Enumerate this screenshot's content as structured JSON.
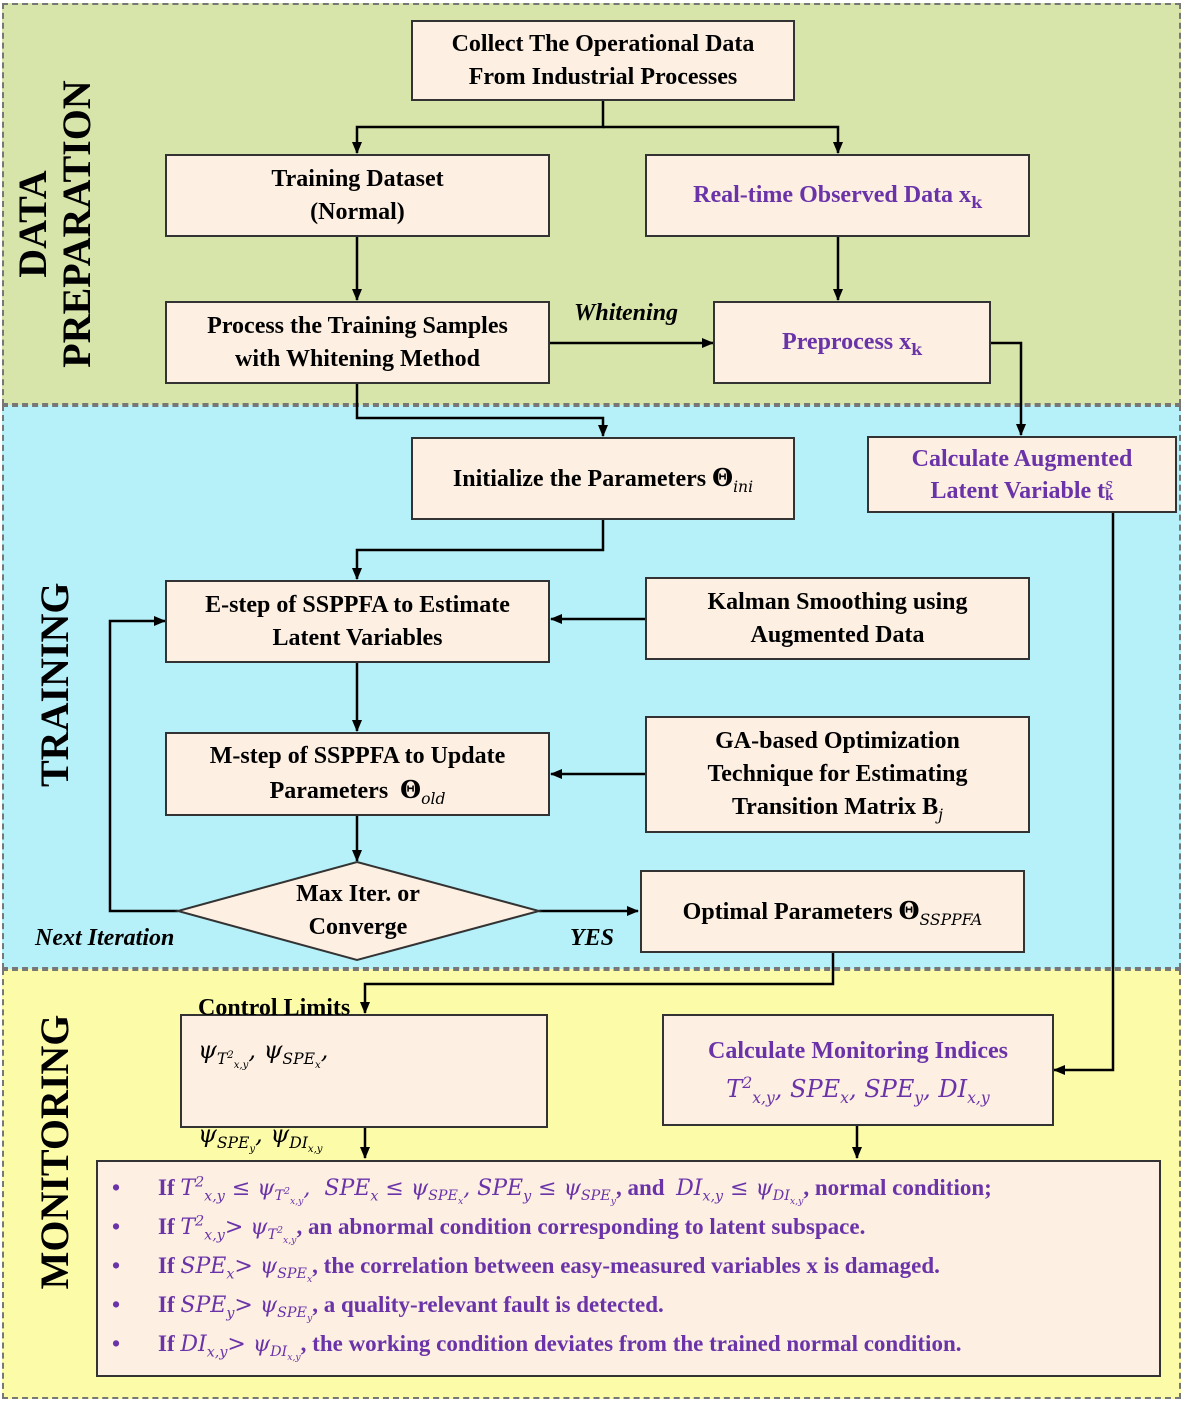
{
  "sections": {
    "prep": "DATA PREPARATION",
    "train": "TRAINING",
    "monitor": "MONITORING"
  },
  "boxes": {
    "collect": [
      "Collect The Operational Data",
      "From Industrial Processes"
    ],
    "training_dataset": [
      "Training Dataset",
      "(Normal)"
    ],
    "realtime": "Real-time Observed Data x",
    "realtime_sub": "k",
    "process_training": [
      "Process the Training Samples",
      "with Whitening Method"
    ],
    "preprocess": "Preprocess x",
    "preprocess_sub": "k",
    "initialize": "Initialize the Parameters",
    "initialize_sym": "Θ",
    "initialize_sub": "ini",
    "augmented": [
      "Calculate Augmented",
      "Latent Variable t"
    ],
    "augmented_sup": "s",
    "augmented_sub": "k",
    "estep": [
      "E-step of SSPPFA to Estimate",
      "Latent Variables"
    ],
    "kalman": [
      "Kalman Smoothing using",
      "Augmented Data"
    ],
    "mstep": [
      "M-step of SSPPFA to Update",
      "Parameters"
    ],
    "mstep_sym": "Θ",
    "mstep_sub": "old",
    "ga": [
      "GA-based Optimization",
      "Technique for Estimating",
      "Transition Matrix B"
    ],
    "ga_sub": "j",
    "decision": [
      "Max Iter. or",
      "Converge"
    ],
    "optimal": "Optimal Parameters",
    "optimal_sym": "Θ",
    "optimal_sub": "SSPPFA",
    "control_limits": "Control Limits",
    "monitoring_indices": "Calculate Monitoring Indices"
  },
  "edge_labels": {
    "whitening": "Whitening",
    "next_iteration": "Next Iteration",
    "yes": "YES"
  },
  "conditions": [
    {
      "bullet": "•",
      "lead": "If",
      "tail": ", normal condition;"
    },
    {
      "bullet": "•",
      "lead": "If",
      "tail": ", an abnormal condition corresponding to latent subspace."
    },
    {
      "bullet": "•",
      "lead": "If",
      "tail": ", the correlation between easy-measured variables x is damaged."
    },
    {
      "bullet": "•",
      "lead": "If",
      "tail": ", a quality-relevant fault is detected."
    },
    {
      "bullet": "•",
      "lead": "If",
      "tail": ", the working condition deviates from the trained normal condition."
    }
  ],
  "colors": {
    "prep_bg": "#d7e4aa",
    "train_bg": "#b6f0f8",
    "monitor_bg": "#fcfba8",
    "box_fill": "#fdf0e3",
    "purple_text": "#6a33a8"
  }
}
